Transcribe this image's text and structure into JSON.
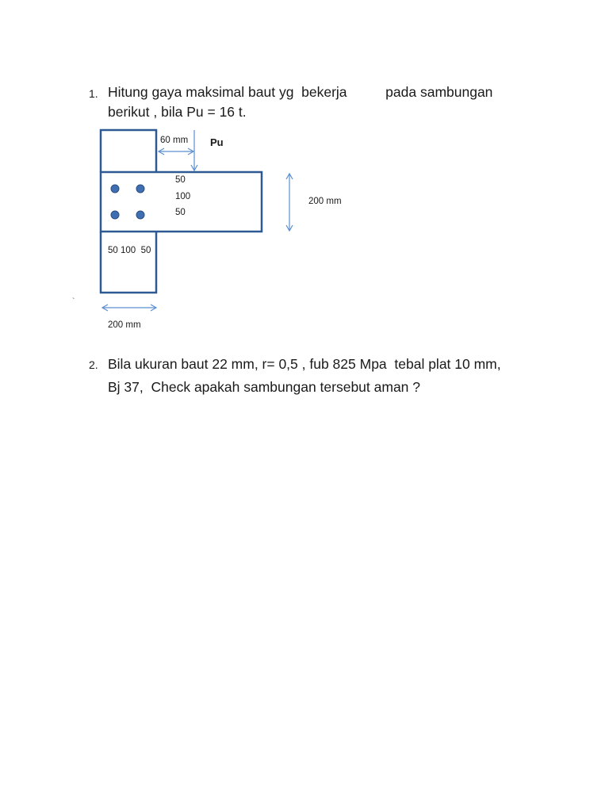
{
  "questions": [
    {
      "number": "1.",
      "line1": "Hitung gaya maksimal baut yg  bekerja          pada sambungan",
      "line2": "berikut , bila Pu = 16 t."
    },
    {
      "number": "2.",
      "line1": "Bila ukuran baut 22 mm, r= 0,5 , fub 825 Mpa  tebal plat 10 mm,",
      "line2": "Bj 37,  Check apakah sambungan tersebut aman ?"
    }
  ],
  "diagram": {
    "load_label": "Pu",
    "eccentricity_label": "60 mm",
    "vertical_spacings": [
      "50",
      "100",
      "50"
    ],
    "horizontal_spacing_label": "50 100  50",
    "plate_height_label": "200 mm",
    "column_width_label": "200 mm",
    "stray_mark": "`",
    "bolt_count": 4,
    "colors": {
      "plate_outline": "#2e5a94",
      "bolt_fill": "#3f6fb0",
      "bolt_stroke": "#2a4f85",
      "dimension_line": "#5b8fd0"
    }
  }
}
